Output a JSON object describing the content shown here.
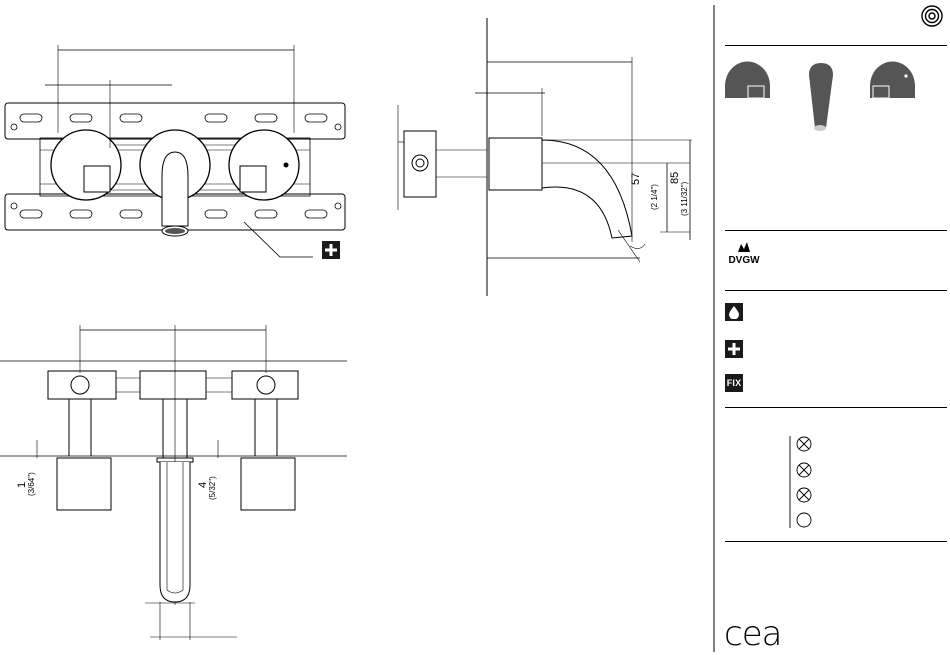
{
  "dimensions": {
    "height_57": "57",
    "height_57_in": "(2 1/4\")",
    "height_85": "85",
    "height_85_in": "(3 11/32\")",
    "gap_1": "1",
    "gap_1_in": "(3/64\")",
    "gap_4": "4",
    "gap_4_in": "(5/32\")"
  },
  "badges": {
    "dvgw": "DVGW",
    "fix": "FIX"
  },
  "brand": {
    "logo": "cea"
  },
  "icons": {
    "plus": "plus-icon",
    "water_drop": "water-drop-icon",
    "registered": "certification-mark-icon"
  }
}
